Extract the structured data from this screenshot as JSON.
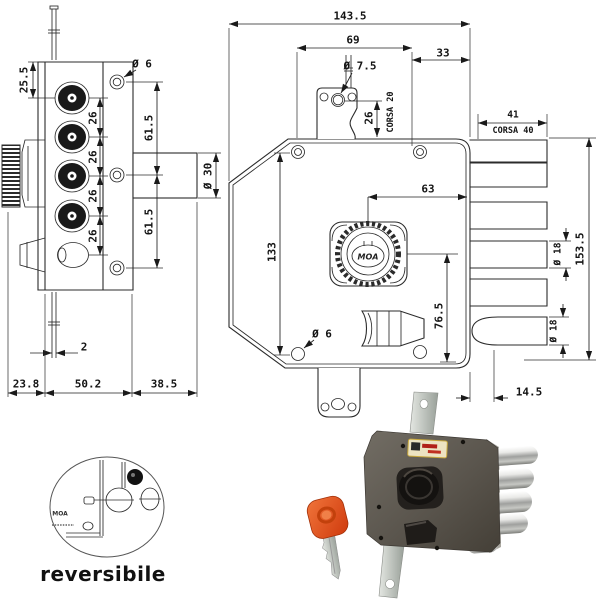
{
  "side_view": {
    "dim_top_offset": "25.5",
    "dim_pin_spacing": "26",
    "dim_hole_dia": "Ø 6",
    "dim_screw_spacing": "61.5",
    "dim_cyl_dia": "Ø 30",
    "dim_rod_width": "2",
    "dim_left": "23.8",
    "dim_body": "50.2",
    "dim_right": "38.5"
  },
  "front_view": {
    "dim_total_width": "143.5",
    "dim_plate_width": "69",
    "dim_plate_offset": "33",
    "dim_rod_hole_dia": "Ø 7.5",
    "dim_rod_hole_offset": "26",
    "corsa_vertical": "CORSA 20",
    "dim_bolt_length": "41",
    "corsa_horizontal": "CORSA 40",
    "dim_cyl_offset": "63",
    "dim_screw_height": "133",
    "dim_cyl_bottom": "76.5",
    "dim_screw_dia": "Ø 6",
    "dim_bolt_dia": "Ø 18",
    "dim_total_height": "153.5",
    "dim_latch_offset": "14.5",
    "cylinder_logo": "MOA"
  },
  "detail_view": {
    "logo": "MOA",
    "caption": "reversibile"
  },
  "colors": {
    "line": "#2b2b2b",
    "lock_body": "#5d574f",
    "bolt_chrome": "#cfcfcb",
    "key_orange": "#e8511d",
    "label_cream": "#ece3c2",
    "knob_black": "#1d1a17"
  }
}
